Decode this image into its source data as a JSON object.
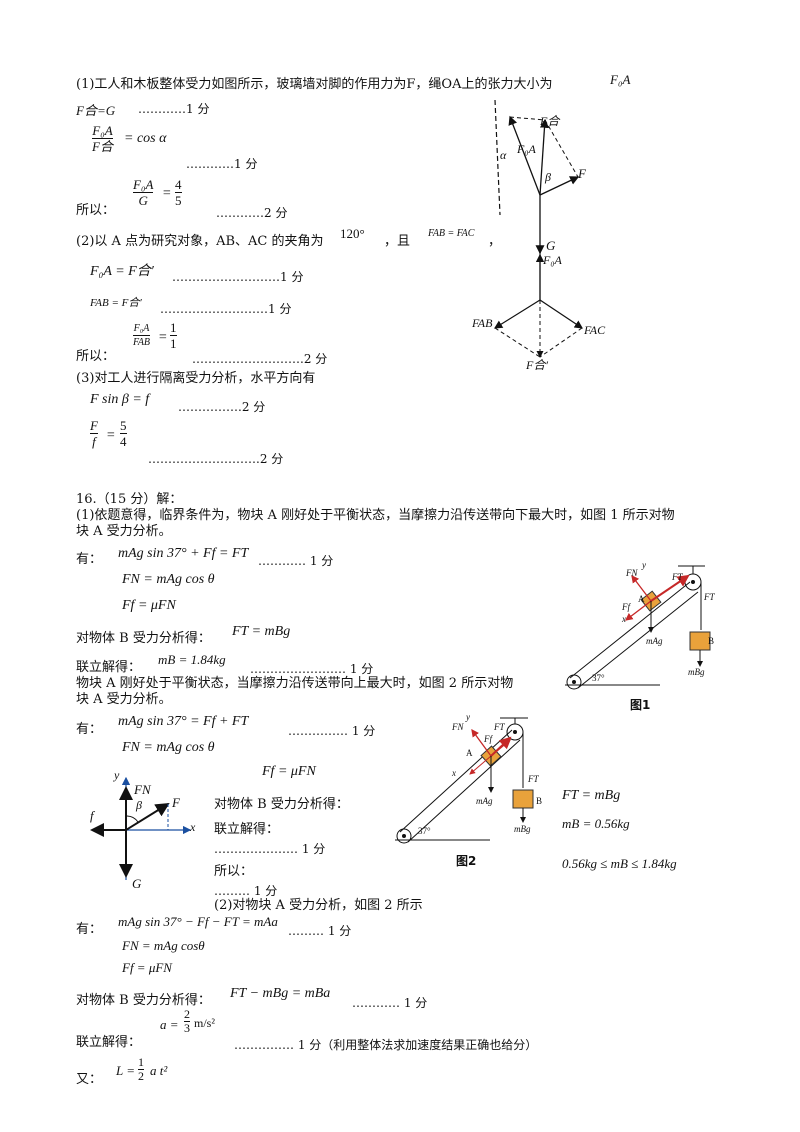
{
  "q15": {
    "l1": "(1)工人和木板整体受力如图所示，玻璃墙对脚的作用力为F，绳OA上的张力大小为",
    "l1_sym": "F₀A",
    "l2": "F合=G",
    "d1": "…………1 分",
    "e1_num": "F₀A",
    "e1_den": "F合",
    "e1_rhs": "= cos α",
    "d2": "…………1 分",
    "so": "所以：",
    "e2_num": "F₀A",
    "e2_den": "G",
    "e2_rhs_num": "4",
    "e2_rhs_den": "5",
    "d3": "…………2 分",
    "p2": "(2)以 A 点为研究对象，AB、AC 的夹角为",
    "p2_angle": "120°",
    "p2_mid": "，且",
    "p2_eq": "FAB = FAC",
    "p2_end": "，",
    "e3": "F₀A = F合′",
    "d4": "………………………1 分",
    "e4": "FAB = F合′",
    "d5": "………………………1 分",
    "so2": "所以：",
    "e5_num": "F₀A",
    "e5_den": "FAB",
    "e5_rhs_num": "1",
    "e5_rhs_den": "1",
    "d6": "……………………….2 分",
    "p3": "(3)对工人进行隔离受力分析，水平方向有",
    "e6": "F sin β = f",
    "d7": "…………….2 分",
    "e7_num": "F",
    "e7_den": "f",
    "e7_rhs_num": "5",
    "e7_rhs_den": "4",
    "d8": "……………………….2 分",
    "fig_labels": {
      "Fhe": "F合",
      "F0A": "F₀A",
      "alpha": "α",
      "beta": "β",
      "F": "F",
      "G": "G",
      "F0A2": "F₀A",
      "FAB": "FAB",
      "FAC": "FAC",
      "Fhe2": "F合′"
    }
  },
  "q16": {
    "head": "16.（15 分）解：",
    "l1": "(1)依题意得，临界条件为，物块 A 刚好处于平衡状态，当摩擦力沿传送带向下最大时，如图 1 所示对物",
    "l2": "块 A 受力分析。",
    "you": "有：",
    "e1": "mAg sin 37° + Ff = FT",
    "d1": "………… 1 分",
    "e2": "FN = mAg cos θ",
    "e3": "Ff = μFN",
    "b1": "对物体 B 受力分析得：",
    "e4": "FT = mBg",
    "lj": "联立解得：",
    "e5": "mB = 1.84kg",
    "d2": "…………………… 1 分",
    "l3": "物块 A 刚好处于平衡状态，当摩擦力沿传送带向上最大时，如图 2 所示对物",
    "l4": "块 A 受力分析。",
    "you2": "有：",
    "e6": "mAg sin 37° = Ff + FT",
    "d3": "…………… 1 分",
    "e7": "FN = mAg cos θ",
    "e8": "Ff = μFN",
    "b2": "对物体 B 受力分析得：",
    "lj2": "联立解得：",
    "d4": "………………… 1 分",
    "so": "所以：",
    "d5": "……… 1 分",
    "p2": "(2)对物块 A 受力分析，如图 2 所示",
    "you3": "有：",
    "e9": "mAg sin 37° − Ff − FT = mAa",
    "d6": "……… 1 分",
    "e10": "FN = mAg cosθ",
    "e11": "Ff = μFN",
    "b3": "对物体 B 受力分析得：",
    "e12": "FT − mBg = mBa",
    "d7": "………… 1 分",
    "e13_lhs": "a =",
    "e13_num": "2",
    "e13_den": "3",
    "e13_unit": "m/s²",
    "lj3": "联立解得：",
    "d8": "…………… 1 分（利用整体法求加速度结果正确也给分）",
    "you4": "又：",
    "e14_lhs": "L =",
    "e14_num": "1",
    "e14_den": "2",
    "e14_rhs": "a t²",
    "r1": "FT = mBg",
    "r2": "mB = 0.56kg",
    "r3": "0.56kg ≤ mB ≤ 1.84kg",
    "fig1_cap": "图1",
    "fig2_cap": "图2",
    "angle37": "37°",
    "fig_lbl": {
      "FN": "FN",
      "FT": "FT",
      "Ff": "Ff",
      "A": "A",
      "B": "B",
      "x": "x",
      "y": "y",
      "mAg": "mAg",
      "mBg": "mBg"
    },
    "axes_lbl": {
      "y": "y",
      "x": "x",
      "FN": "FN",
      "F": "F",
      "f": "f",
      "G": "G",
      "beta": "β"
    }
  }
}
